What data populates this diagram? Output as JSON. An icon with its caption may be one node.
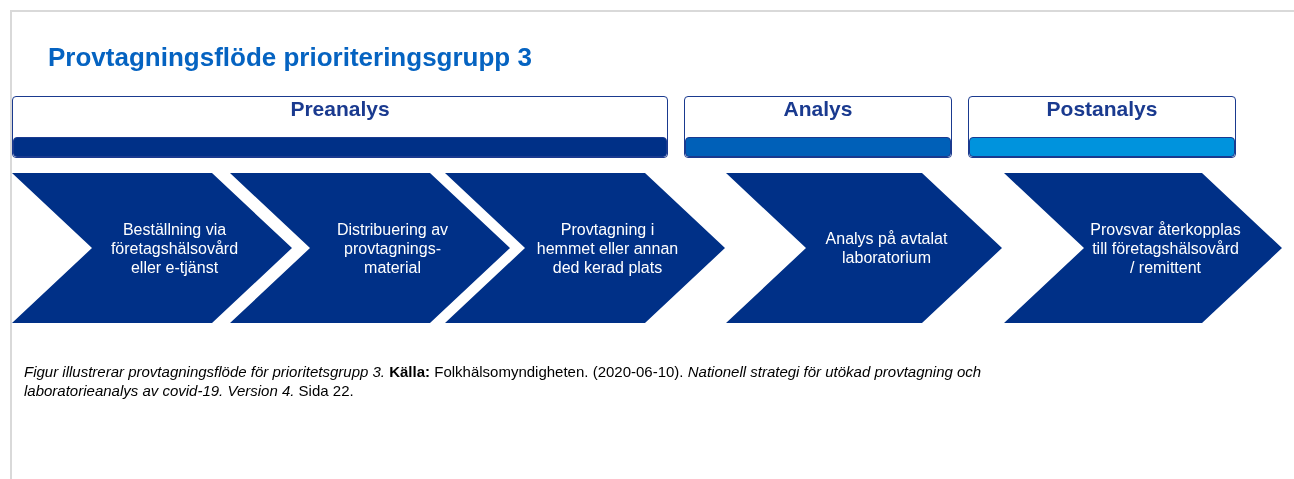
{
  "diagram": {
    "title": "Provtagningsflöde prioriteringsgrupp 3",
    "caption": "*Figur illustrerar provtagningsflöde för prioritetsgrupp 3.* **Källa:** Folkhälsomyndigheten. (2020-06-10). *Nationell strategi för utökad provtagning och laboratorieanalys av covid-19. Version 4.* Sida 22.",
    "nodes": [
      {
        "text": [
          "Preanalys"
        ]
      },
      {
        "text": [
          "Analys"
        ]
      },
      {
        "text": [
          "Postanalys"
        ]
      },
      {
        "text": [
          "Beställning via företagshälsovård eller e-tjänst"
        ]
      },
      {
        "text": [
          "Distribuering av provtagnings- material"
        ]
      },
      {
        "text": [
          "Provtagning i hemmet eller annan ded kerad plats"
        ]
      },
      {
        "text": [
          "Analys på avtalat laboratorium"
        ]
      },
      {
        "text": [
          "Provsvar återkopplas till företagshälsovård / remittent"
        ]
      }
    ]
  }
}
